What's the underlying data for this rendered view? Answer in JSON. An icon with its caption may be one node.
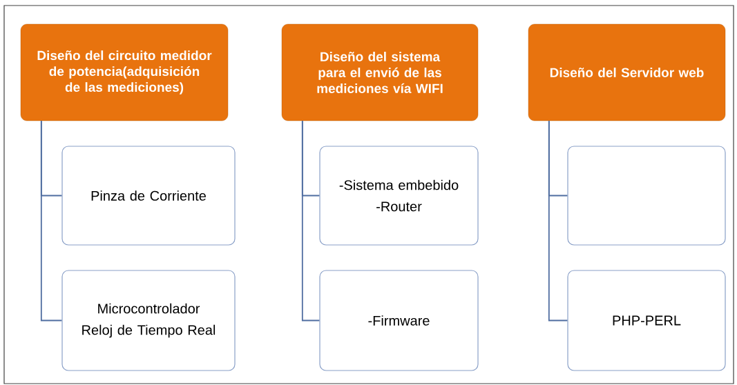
{
  "diagram": {
    "nodes": [
      {
        "text": [
          "Diseño del circuito medidor de potencia(adquisición de las mediciones)"
        ]
      },
      {
        "text": [
          "Pinza de Corriente"
        ]
      },
      {
        "text": [
          "Microcontrolador",
          "Reloj de Tiempo Real"
        ]
      },
      {
        "text": [
          "Diseño del sistema para el envió de las mediciones vía WIFI"
        ]
      },
      {
        "text": [
          "-Sistema embebido",
          "-Router"
        ]
      },
      {
        "text": [
          "-Firmware"
        ]
      },
      {
        "text": [
          "Diseño del Servidor web"
        ]
      },
      {
        "text": [],
        "shape": "box"
      },
      {
        "text": [
          "PHP-PERL"
        ]
      }
    ],
    "edges": [
      {
        "from": 0,
        "to": 1,
        "arrow": "none"
      },
      {
        "from": 0,
        "to": 2,
        "arrow": "none"
      },
      {
        "from": 3,
        "to": 4,
        "arrow": "none"
      },
      {
        "from": 3,
        "to": 5,
        "arrow": "none"
      },
      {
        "from": 6,
        "to": 7,
        "arrow": "none"
      },
      {
        "from": 6,
        "to": 8,
        "arrow": "none"
      }
    ]
  }
}
